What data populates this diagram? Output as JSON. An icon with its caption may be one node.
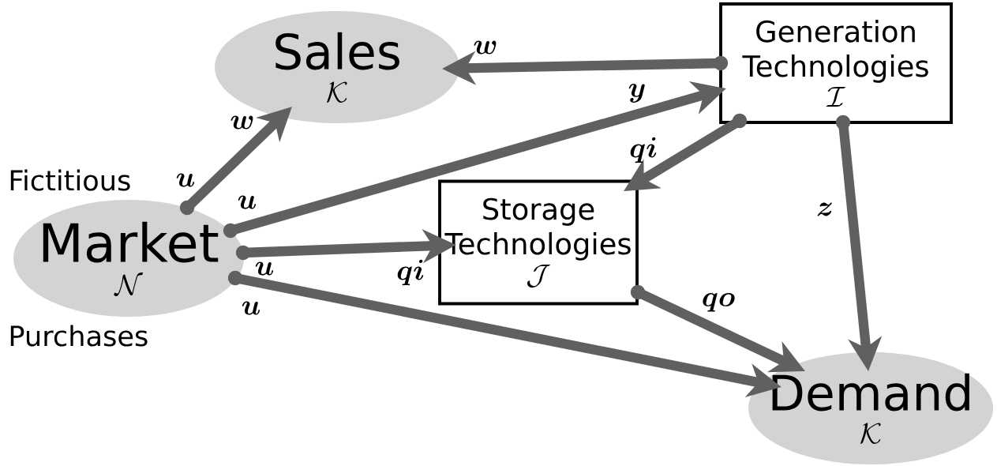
{
  "diagram": {
    "nodes": [
      {
        "text": [
          "Sales",
          "\\mathcal{K}"
        ]
      },
      {
        "text": [
          "Generation Technologies",
          "\\mathcal{I}"
        ]
      },
      {
        "text": [
          "Market",
          "\\mathcal{N}"
        ],
        "beside": [
          "Fictitious",
          "Purchases"
        ]
      },
      {
        "text": [
          "Storage Technologies",
          "\\mathcal{J}"
        ]
      },
      {
        "text": [
          "Demand",
          "\\mathcal{K}"
        ]
      }
    ],
    "edges": [
      {
        "from": 2,
        "to": 0,
        "arrow": "to",
        "label": "\\boldsymbol{w}"
      },
      {
        "from": 1,
        "to": 0,
        "arrow": "to",
        "label": "\\boldsymbol{w}"
      },
      {
        "from": 2,
        "to": 1,
        "arrow": "to",
        "label": "\\boldsymbol{y}"
      },
      {
        "from": 1,
        "to": 3,
        "arrow": "to",
        "label": "\\boldsymbol{qi}"
      },
      {
        "from": 2,
        "to": 3,
        "arrow": "to",
        "label": "\\boldsymbol{qi}"
      },
      {
        "from": 2,
        "to": 4,
        "arrow": "to",
        "label": "\\boldsymbol{u}"
      },
      {
        "from": 1,
        "to": 4,
        "arrow": "to",
        "label": "\\boldsymbol{z}"
      },
      {
        "from": 3,
        "to": 4,
        "arrow": "to",
        "label": "\\boldsymbol{qo}"
      }
    ],
    "labels": [
      "\\boldsymbol{u}",
      "\\boldsymbol{u}",
      "\\boldsymbol{u}"
    ]
  }
}
